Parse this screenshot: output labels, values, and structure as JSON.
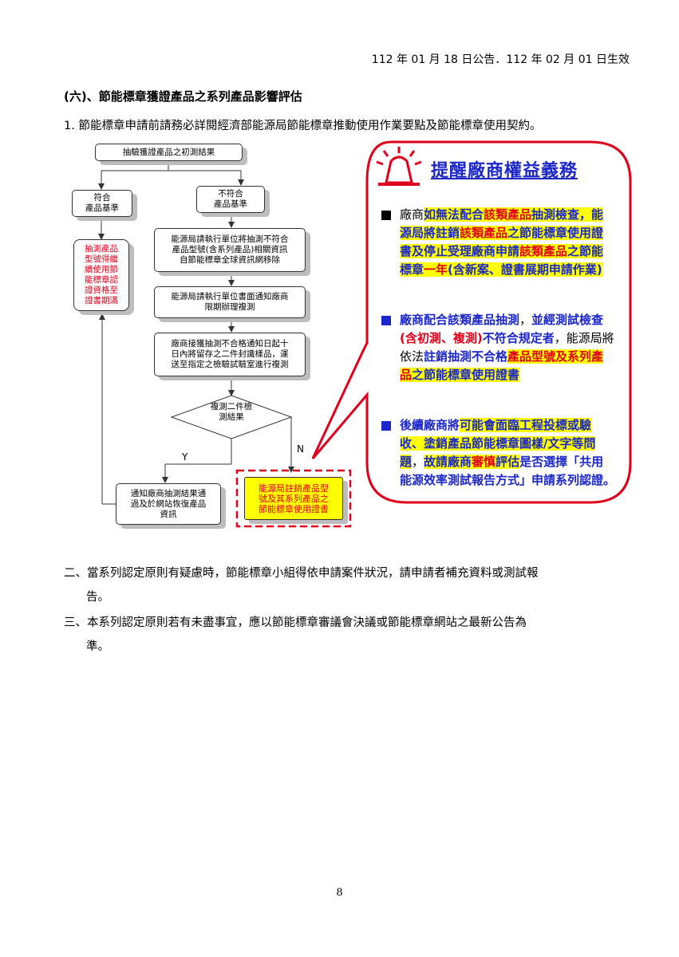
{
  "header": {
    "note": "112 年 01 月 18 日公告．112 年 02 月 01 日生效"
  },
  "section": {
    "title": "(六)、節能標章獲證產品之系列產品影響評估",
    "item1": "1. 節能標章申請前請務必詳閱經濟部能源局節能標章推動使用作業要點及節能標章使用契約。"
  },
  "flowchart": {
    "start": "抽驗獲證產品之初測結果",
    "pass": [
      "符合",
      "產品基準"
    ],
    "fail": [
      "不符合",
      "產品基準"
    ],
    "continue": [
      "抽測產品",
      "型號得繼",
      "續使用節",
      "能標章認",
      "證資格至",
      "證書期滿"
    ],
    "remove": [
      "能源局請執行單位將抽測不符合",
      "產品型號(含系列產品)相關資訊",
      "自節能標章全球資訊網移除"
    ],
    "notify": [
      "能源局請執行單位書面通知廠商",
      "限期辦理複測"
    ],
    "retest": [
      "廠商接獲抽測不合格通知日起十",
      "日內將留存之二件封識樣品，運",
      "送至指定之檢驗試驗室進行複測"
    ],
    "decision": [
      "複測二件檢",
      "測結果"
    ],
    "yes": "Y",
    "no": "N",
    "restore": [
      "通知廠商抽測結果通",
      "過及於網站恢復產品",
      "資訊"
    ],
    "revoke": [
      "能源局註銷產品型",
      "號及其系列產品之",
      "節能標章使用證書"
    ]
  },
  "callout": {
    "title": "提醒廠商權益義務",
    "icon": "alarm-light-icon",
    "b1": {
      "p1": "廠商",
      "p2": "如無法配合",
      "p3": "該類產品",
      "p4": "抽測檢查，能源局將註銷",
      "p5": "該類產品",
      "p6": "之節能標章使用證書及停止受理廠商申請",
      "p7": "該類產品",
      "p8": "之節能標章",
      "p9": "一年",
      "p10": "(含新案、證書展期申請作業)"
    },
    "b2": {
      "p1": "廠商配合該類產品抽測",
      "p2": "，",
      "p3": "並經測試檢查",
      "p4": "(含初測、複測)",
      "p5": "不符合規定者",
      "p6": "，能源局將依法",
      "p7": "註銷抽測不合格",
      "p8": "產品型號及系列產品",
      "p9": "之節能標章使用證書"
    },
    "b3": {
      "p1": "後續廠商將",
      "p2": "可能會面臨工程投標或驗收、塗銷產品節能標章圖樣/文字等問題",
      "p3": "，",
      "p4": "故請廠商",
      "p5": "審慎",
      "p6": "評估",
      "p7": "是否選擇「共用能源效率測試報告方式」申請系列認證。"
    }
  },
  "body": {
    "item2a": "二、當系列認定原則有疑慮時，節能標章小組得依申請案件狀況，請申請者補充資料或測試報",
    "item2b": "告。",
    "item3a": "三、本系列認定原則若有未盡事宜，應以節能標章審議會決議或節能標章網站之最新公告為",
    "item3b": "準。"
  },
  "page": {
    "number": "8"
  },
  "colors": {
    "accent_red": "#e0001b",
    "accent_blue": "#1b27c9",
    "highlight": "#ffff00"
  }
}
